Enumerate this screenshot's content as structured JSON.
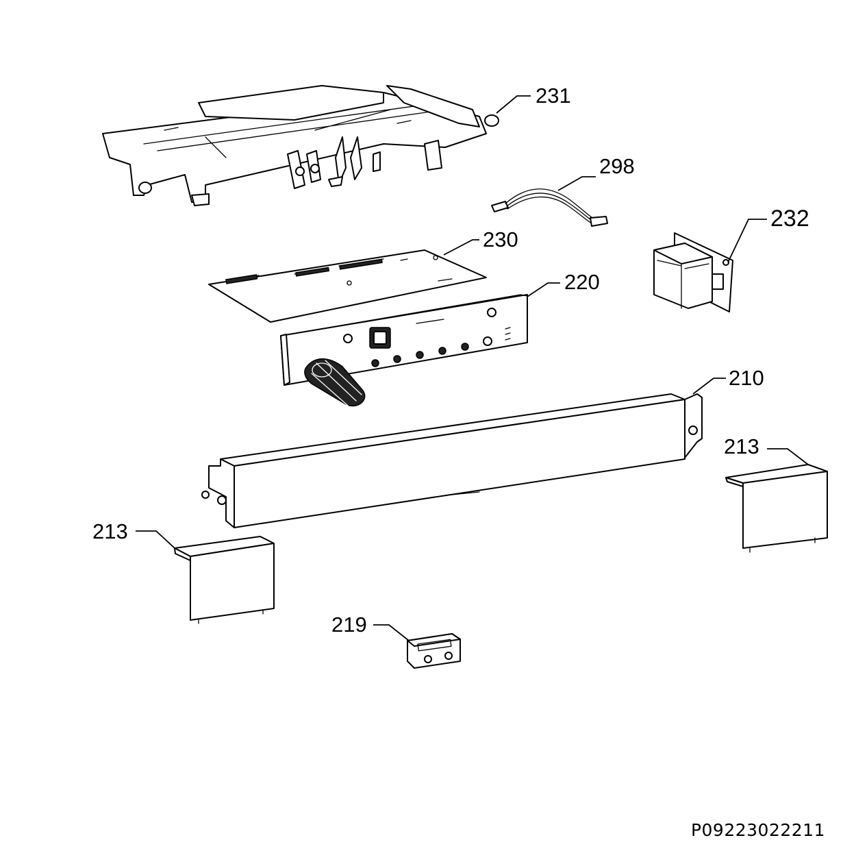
{
  "labels": {
    "p231": "231",
    "p298": "298",
    "p232": "232",
    "p230": "230",
    "p220": "220",
    "p210": "210",
    "p213_right": "213",
    "p213_left": "213",
    "p219": "219"
  },
  "document_code": "P09223022211",
  "colors": {
    "line": "#000000",
    "background": "#ffffff"
  }
}
